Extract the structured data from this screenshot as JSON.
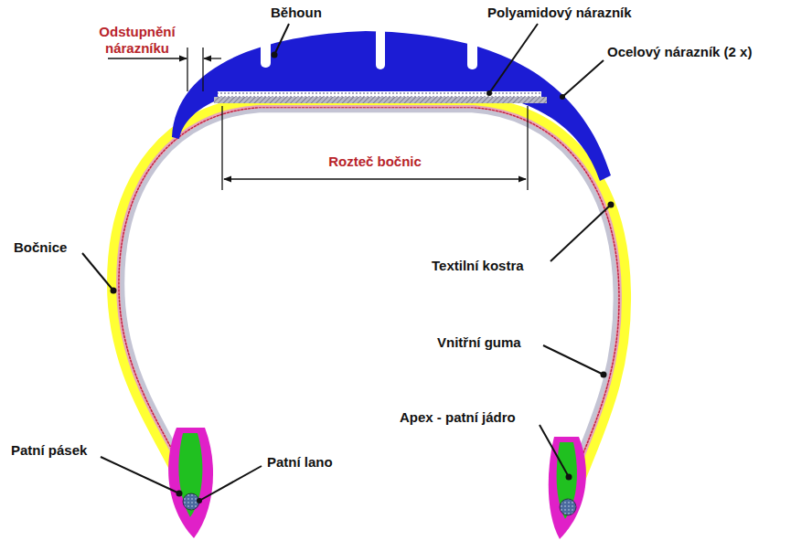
{
  "diagram": {
    "labels": [
      "Odstupnění nárazníku",
      "Běhoun",
      "Polyamidový nárazník",
      "Ocelový nárazník (2 x)",
      "Rozteč bočnic",
      "Bočnice",
      "Textilní kostra",
      "Vnitřní guma",
      "Apex - patní jádro",
      "Patní pásek",
      "Patní lano"
    ]
  }
}
